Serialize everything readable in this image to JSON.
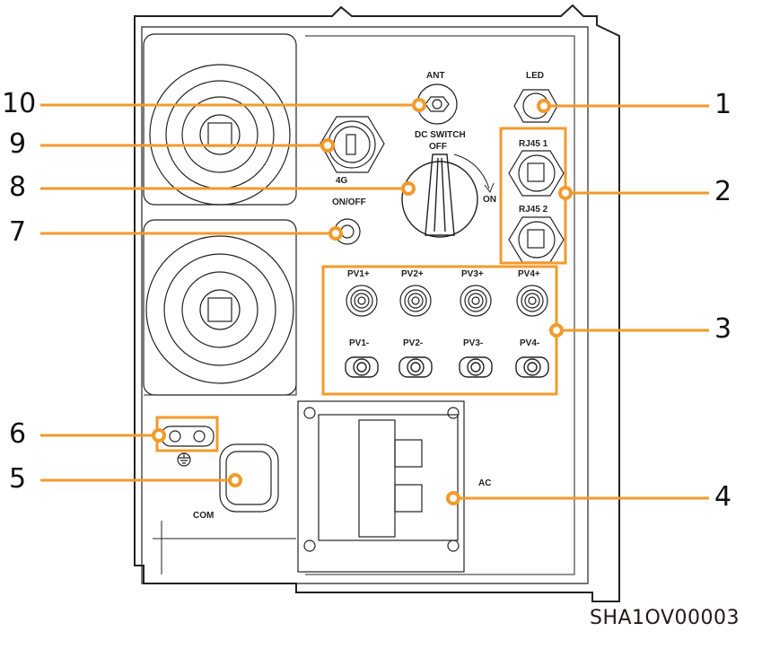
{
  "figure_code": "SHA1OV00003",
  "accent_color": "#F39A2B",
  "callouts": [
    {
      "number": "1",
      "target": "LED"
    },
    {
      "number": "2",
      "target": "RJ45 1 / RJ45 2"
    },
    {
      "number": "3",
      "target": "PV1+ to PV4+, PV1- to PV4-"
    },
    {
      "number": "4",
      "target": "AC"
    },
    {
      "number": "5",
      "target": "COM"
    },
    {
      "number": "6",
      "target": "Ground point"
    },
    {
      "number": "7",
      "target": "ON/OFF"
    },
    {
      "number": "8",
      "target": "DC SWITCH"
    },
    {
      "number": "9",
      "target": "4G"
    },
    {
      "number": "10",
      "target": "ANT"
    }
  ],
  "labels": {
    "ant": "ANT",
    "led": "LED",
    "dc_switch": "DC SWITCH",
    "off": "OFF",
    "on": "ON",
    "on_off": "ON/OFF",
    "g4": "4G",
    "rj45_1": "RJ45 1",
    "rj45_2": "RJ45 2",
    "pv_plus": [
      "PV1+",
      "PV2+",
      "PV3+",
      "PV4+"
    ],
    "pv_minus": [
      "PV1-",
      "PV2-",
      "PV3-",
      "PV4-"
    ],
    "ac": "AC",
    "com": "COM"
  }
}
